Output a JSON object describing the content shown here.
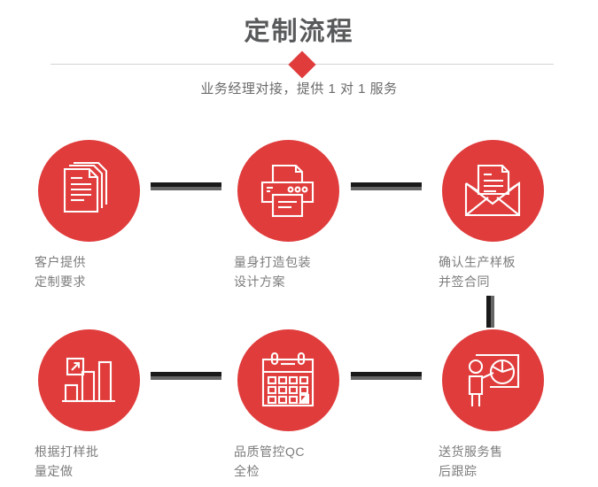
{
  "header": {
    "title": "定制流程",
    "subtitle": "业务经理对接，提供 1 对 1 服务",
    "accent_color": "#e03c3c",
    "title_color": "#58595b",
    "divider_color": "#d3d3d3"
  },
  "flow": {
    "connector_dark_color": "#1a1a1a",
    "connector_grey_color": "#666666",
    "circle_color": "#e03c3c",
    "label_color": "#7c7c7c",
    "steps": [
      {
        "index": 1,
        "icon": "documents-stack-icon",
        "label": "客户提供\n定制要求",
        "line1": "客户提供",
        "line2": "定制要求"
      },
      {
        "index": 2,
        "icon": "printer-icon",
        "label": "量身打造包装\n设计方案",
        "line1": "量身打造包装",
        "line2": "设计方案"
      },
      {
        "index": 3,
        "icon": "envelope-letter-icon",
        "label": "确认生产样板\n并签合同",
        "line1": "确认生产样板",
        "line2": "并签合同"
      },
      {
        "index": 4,
        "icon": "bar-chart-growth-icon",
        "label": "根据打样批\n量定做",
        "line1": "根据打样批",
        "line2": "量定做"
      },
      {
        "index": 5,
        "icon": "calendar-check-icon",
        "label": "品质管控QC\n全检",
        "line1": "品质管控QC",
        "line2": "全检"
      },
      {
        "index": 6,
        "icon": "presenter-pie-chart-icon",
        "label": "送货服务售\n后跟踪",
        "line1": "送货服务售",
        "line2": "后跟踪"
      }
    ]
  }
}
